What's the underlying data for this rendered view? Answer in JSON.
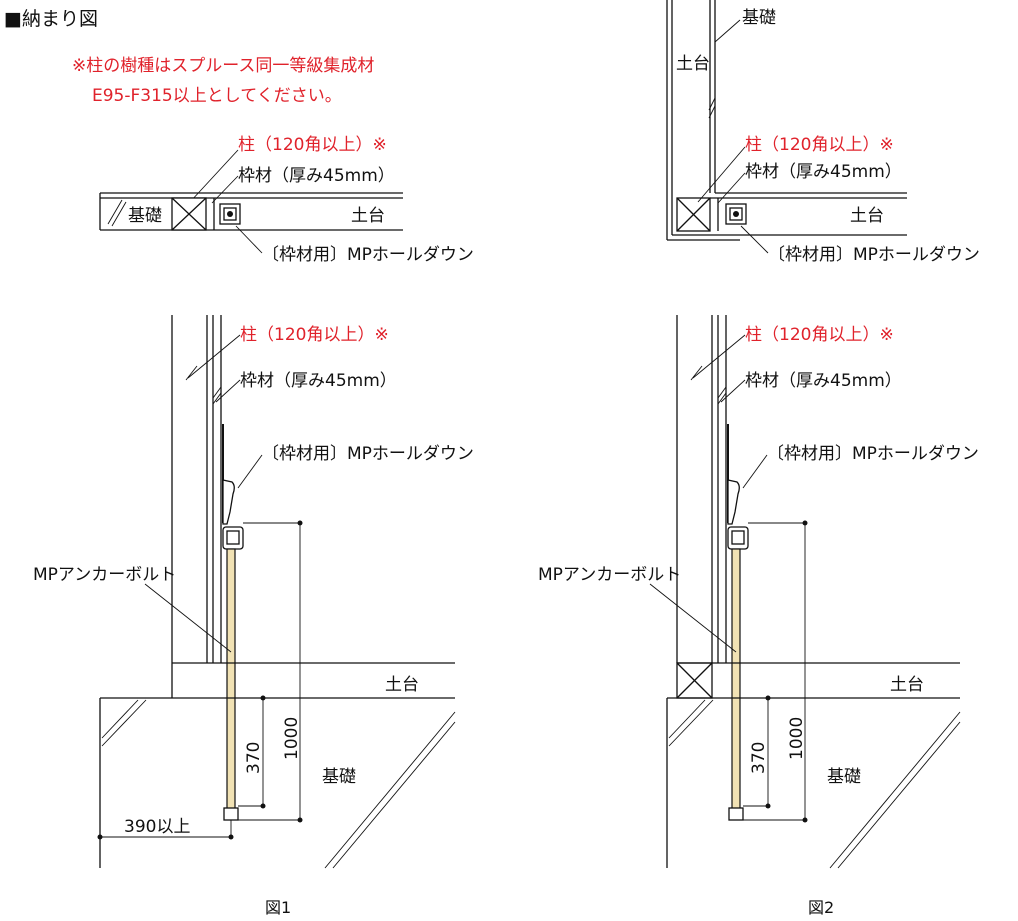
{
  "heading": "■納まり図",
  "note": {
    "line1": "※柱の樹種はスプルース同一等級集成材",
    "line2": "E95-F315以上としてください。"
  },
  "labels": {
    "column": "柱（120角以上）※",
    "frame": "枠材（厚み45mm）",
    "holddown": "〔枠材用〕MPホールダウン",
    "sill": "土台",
    "foundation": "基礎",
    "anchor": "MPアンカーボルト"
  },
  "dims": {
    "d370": "370",
    "d1000": "1000",
    "d390": "390以上"
  },
  "captions": {
    "fig1": "図1",
    "fig2": "図2"
  },
  "colors": {
    "accent": "#e0222b",
    "bolt": "#f1e2b4"
  }
}
